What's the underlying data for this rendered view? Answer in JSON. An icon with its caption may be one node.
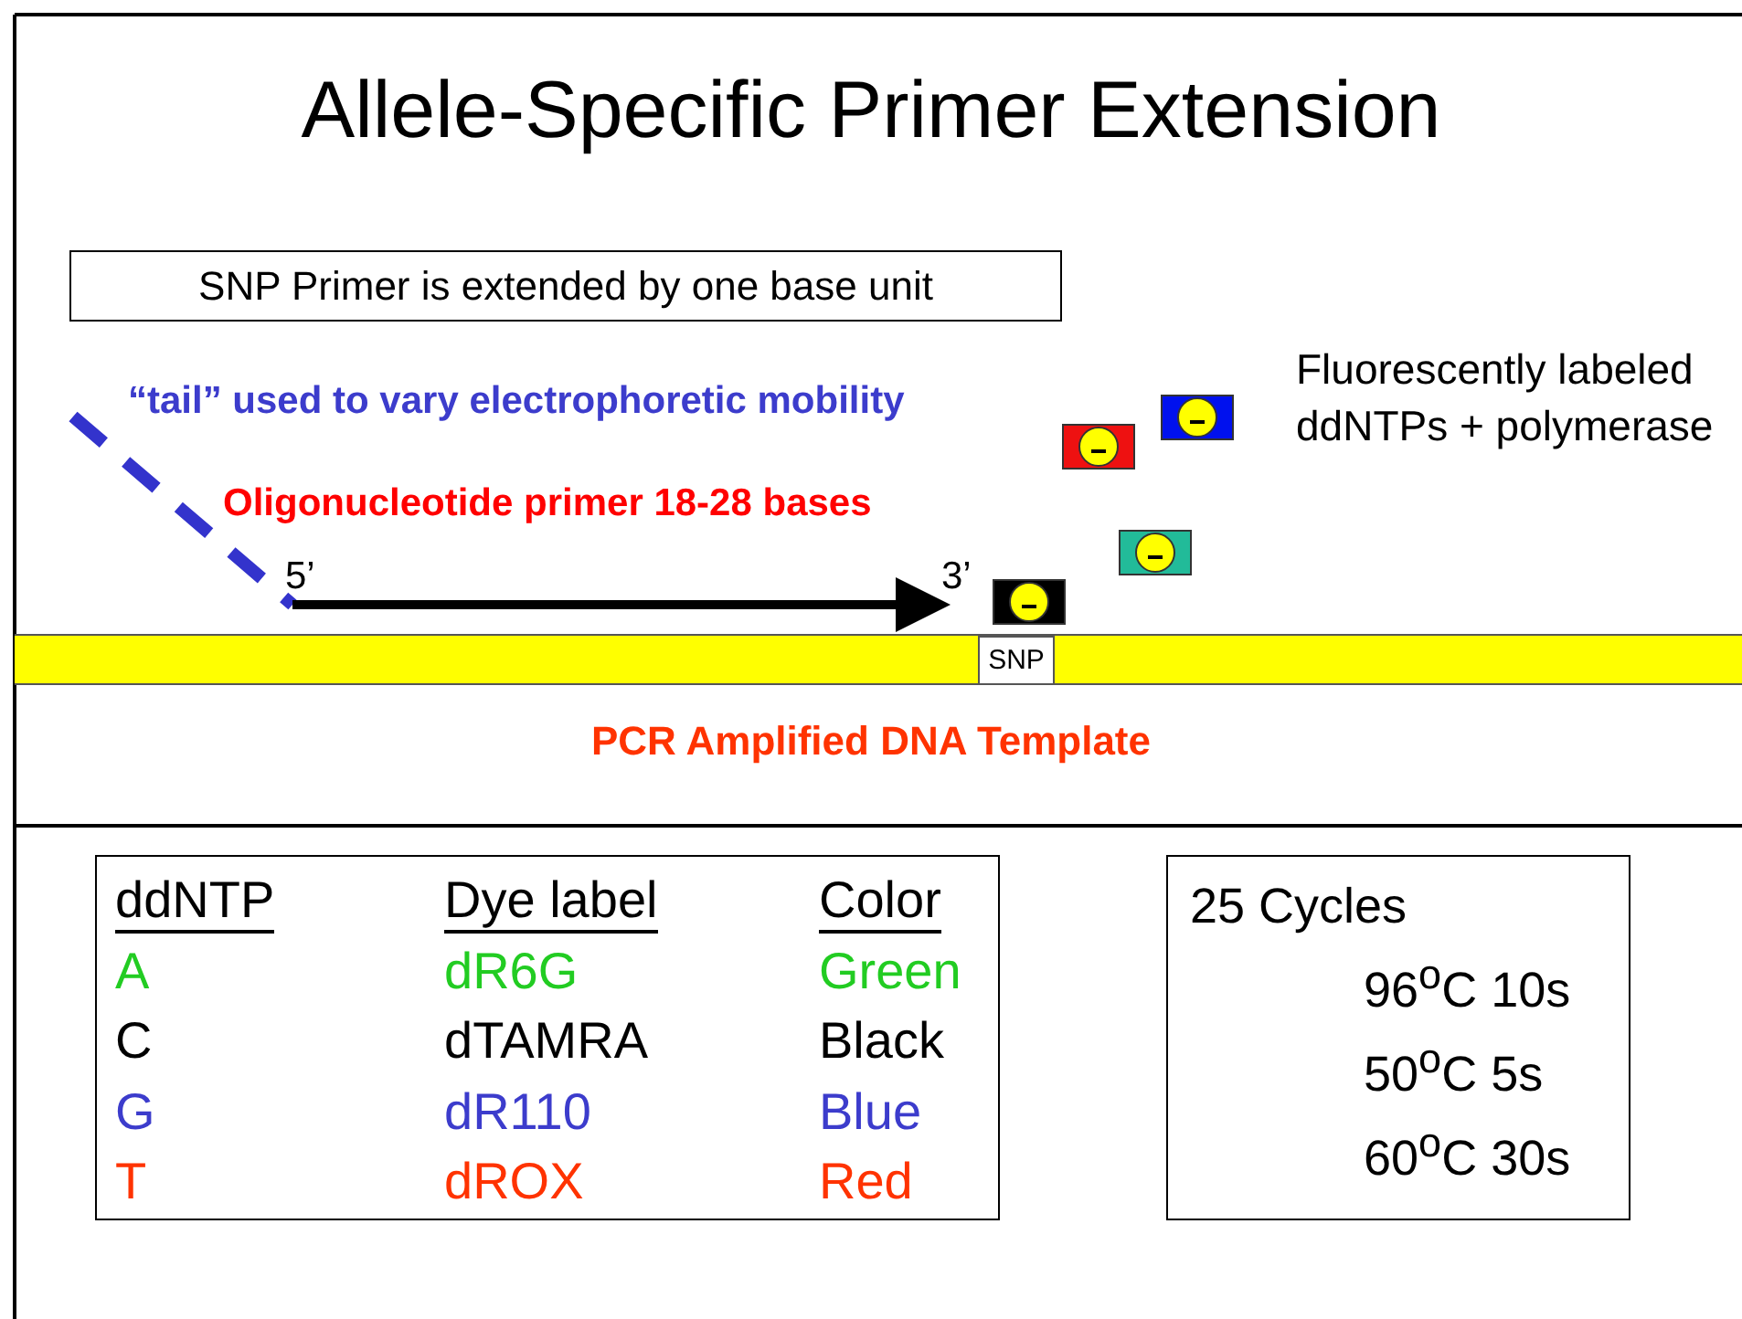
{
  "diagram": {
    "title": "Allele-Specific Primer Extension",
    "nodes": [
      {
        "text": [
          "SNP Primer is extended by one base unit"
        ]
      },
      {
        "text": [],
        "shape": "bar"
      },
      {
        "text": [
          "SNP"
        ],
        "in": 1
      },
      {
        "text": [],
        "shape": "box"
      },
      {
        "text": [],
        "shape": "box"
      },
      {
        "text": [],
        "shape": "box"
      },
      {
        "text": [],
        "shape": "box"
      },
      {
        "text": [
          "ddNTP",
          "Dye label",
          "Color",
          "A",
          "dR6G",
          "Green",
          "C",
          "dTAMRA",
          "Black",
          "G",
          "dR110",
          "Blue",
          "T",
          "dROX",
          "Red"
        ]
      },
      {
        "text": [
          "25 Cycles",
          "96$^{o}$C 10s",
          "50$^{o}$C 5s",
          "60$^{o}$C 30s"
        ]
      }
    ],
    "edges": [],
    "labels": [
      "“tail” used to vary electrophoretic mobility",
      "Oligonucleotide primer 18-28 bases",
      "5’",
      "3’",
      "Fluorescently labeled ddNTPs + polymerase",
      "PCR Amplified DNA Template"
    ]
  }
}
